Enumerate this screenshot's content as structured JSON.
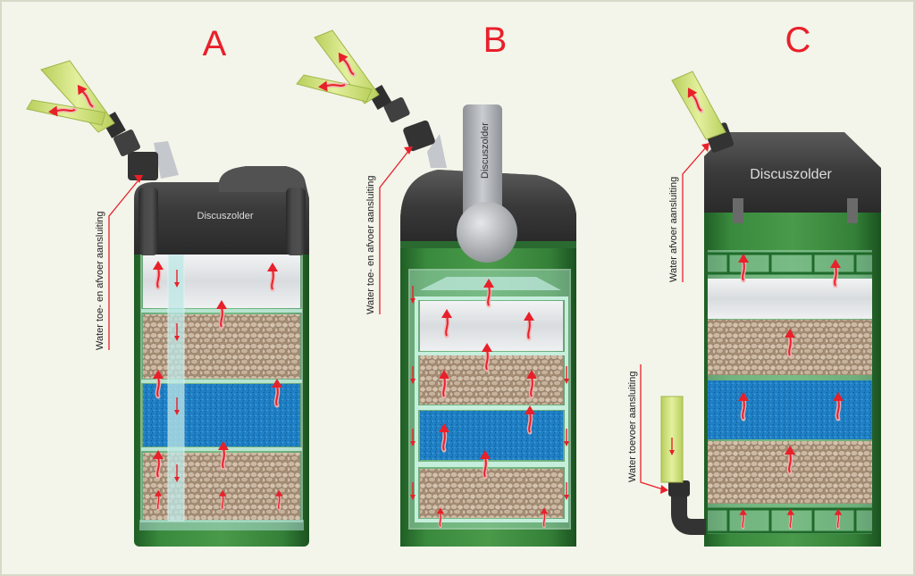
{
  "filters": [
    {
      "letter": "A",
      "brand": "Discuszolder",
      "side_label": "Water toe- en afvoer aansluiting"
    },
    {
      "letter": "B",
      "brand": "Discuszolder",
      "side_label": "Water toe- en afvoer aansluiting"
    },
    {
      "letter": "C",
      "brand": "Discuszolder",
      "side_label": "Water afvoer aansluiting",
      "inlet_label": "Water toevoer  aansluiting"
    }
  ],
  "colors": {
    "letter": "#e8202a",
    "arrow": "#e8202a",
    "canister_green": "#2f7a35",
    "head_dark": "#3c3c3c",
    "sponge_blue": "#1e7fc3",
    "gravel": "#b59c84",
    "floss": "#e4e6e8",
    "hose": "#d6e88a"
  },
  "icons": [
    "hose-icon",
    "coupling-icon",
    "flow-arrow-icon"
  ]
}
